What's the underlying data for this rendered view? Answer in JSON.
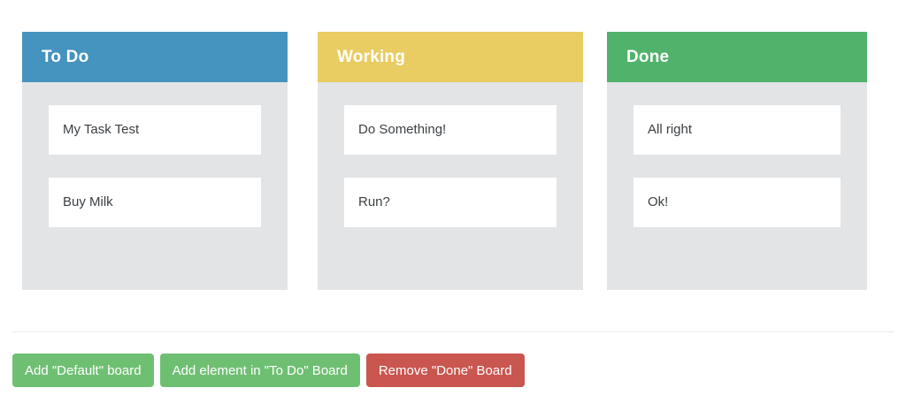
{
  "board": {
    "columns": [
      {
        "title": "To Do",
        "header_color": "#4593bf",
        "body_color": "#e2e4e6",
        "cards": [
          {
            "label": "My Task Test"
          },
          {
            "label": "Buy Milk"
          }
        ]
      },
      {
        "title": "Working",
        "header_color": "#e9cc62",
        "body_color": "#e2e4e6",
        "cards": [
          {
            "label": "Do Something!"
          },
          {
            "label": "Run?"
          }
        ]
      },
      {
        "title": "Done",
        "header_color": "#51b26b",
        "body_color": "#e2e4e6",
        "cards": [
          {
            "label": "All right"
          },
          {
            "label": "Ok!"
          }
        ]
      }
    ]
  },
  "actions": {
    "buttons": [
      {
        "label": "Add \"Default\" board",
        "color": "#6fbf73",
        "name": "add-default-board-button"
      },
      {
        "label": "Add element in \"To Do\" Board",
        "color": "#6fbf73",
        "name": "add-element-todo-button"
      },
      {
        "label": "Remove \"Done\" Board",
        "color": "#c9564f",
        "name": "remove-done-board-button"
      }
    ]
  }
}
